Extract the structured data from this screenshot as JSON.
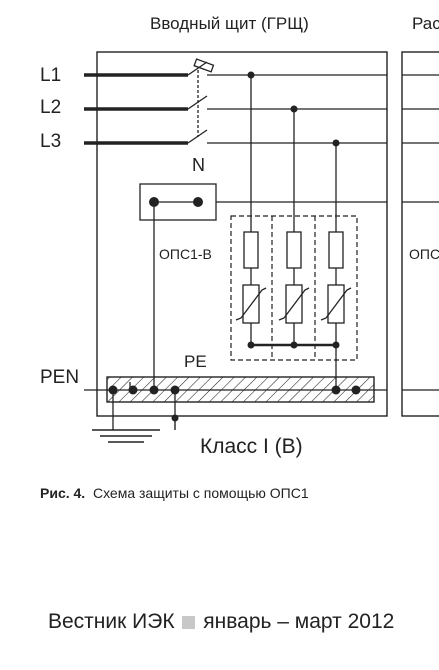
{
  "panel_title": "Вводный щит  (ГРЩ)",
  "right_panel_title": "Рас",
  "phases": [
    "L1",
    "L2",
    "L3"
  ],
  "neutral_label": "N",
  "spd_label": "ОПС1-В",
  "spd_label_right": "ОПС",
  "pe_label": "PE",
  "pen_label": "PEN",
  "class_label": "Класс I (В)",
  "caption": {
    "fig": "Рис. 4.",
    "text": "Схема защиты с помощью ОПС1"
  },
  "footer": {
    "journal": "Вестник ИЭК",
    "period": "январь – март 2012"
  },
  "colors": {
    "line": "#222222",
    "separator": "#c8c8c8"
  }
}
